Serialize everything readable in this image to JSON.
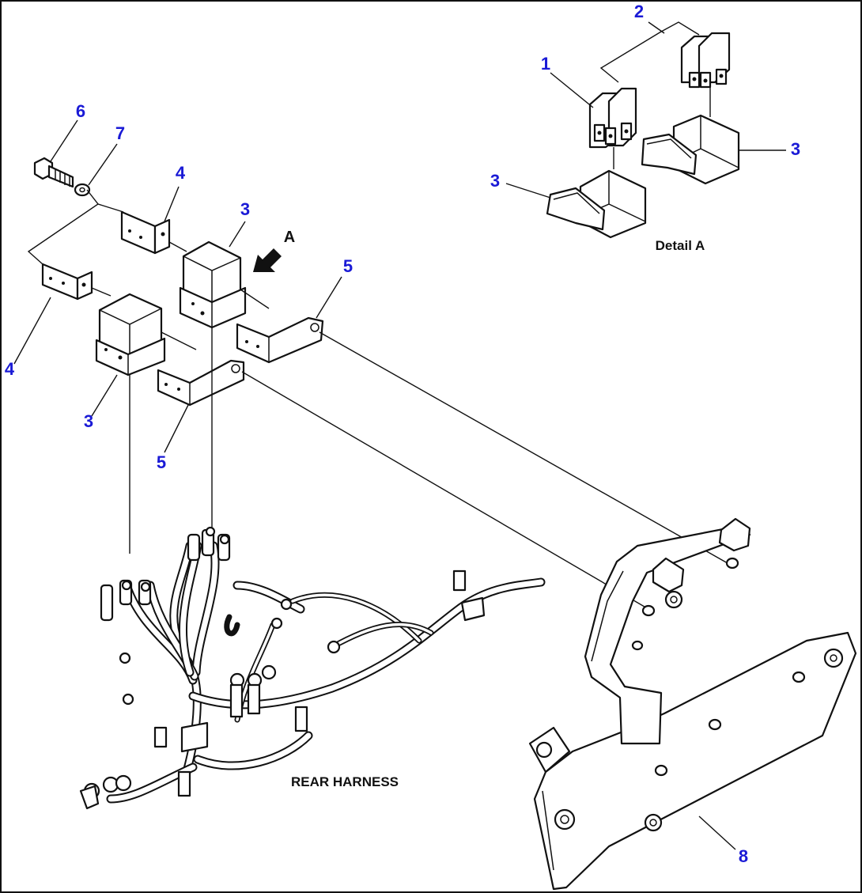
{
  "diagram": {
    "colors": {
      "callout": "#1a1ad6",
      "line": "#111111",
      "background": "#ffffff"
    },
    "callouts": [
      {
        "id": "c1",
        "text": "1"
      },
      {
        "id": "c2",
        "text": "2"
      },
      {
        "id": "c3a",
        "text": "3"
      },
      {
        "id": "c3b",
        "text": "3"
      },
      {
        "id": "c3c",
        "text": "3"
      },
      {
        "id": "c3d",
        "text": "3"
      },
      {
        "id": "c4a",
        "text": "4"
      },
      {
        "id": "c4b",
        "text": "4"
      },
      {
        "id": "c5a",
        "text": "5"
      },
      {
        "id": "c5b",
        "text": "5"
      },
      {
        "id": "c6",
        "text": "6"
      },
      {
        "id": "c7",
        "text": "7"
      },
      {
        "id": "c8",
        "text": "8"
      }
    ],
    "labels": {
      "detail": "Detail A",
      "view_arrow": "A",
      "harness": "REAR HARNESS"
    }
  }
}
